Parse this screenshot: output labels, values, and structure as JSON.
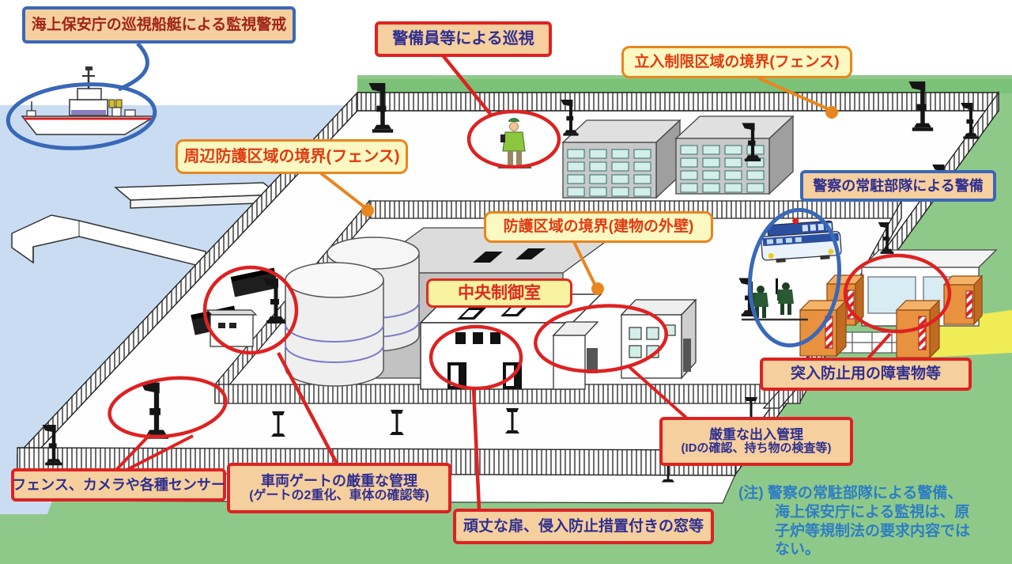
{
  "labels": {
    "coast_guard": "海上保安庁の巡視船艇による監視警戒",
    "guard_patrol": "警備員等による巡視",
    "restricted_area_boundary": "立入制限区域の境界(フェンス)",
    "peripheral_area_boundary": "周辺防護区域の境界(フェンス)",
    "protected_area_boundary": "防護区域の境界(建物の外壁)",
    "central_control_room": "中央制御室",
    "police_unit": "警察の常駐部隊による警備",
    "anti_ramming_barriers": "突入防止用の障害物等",
    "access_control": {
      "line1": "厳重な出入管理",
      "line2": "(IDの確認、持ち物の検査等)"
    },
    "fence_cameras_sensors": "フェンス、カメラや各種センサー",
    "vehicle_gate": {
      "line1": "車両ゲートの厳重な管理",
      "line2": "(ゲートの2重化、車体の確認等)"
    },
    "sturdy_doors_windows": "頑丈な扉、侵入防止措置付きの窓等"
  },
  "note": {
    "lines": [
      "(注) 警察の常駐部隊による警備、",
      "海上保安庁による監視は、原",
      "子炉等規制法の要求内容では",
      "ない。"
    ]
  },
  "colors": {
    "land_green": "#8FC98A",
    "water_blue": "#C9DCF2",
    "label_peach": "#F6CF9E",
    "label_yellow": "#FBF8C2",
    "red_accent": "#DD2222",
    "orange_accent": "#E8861E",
    "blue_accent": "#3A68B8",
    "navy_text": "#2F2F8F",
    "dark_red_text": "#A02318",
    "note_blue": "#2E7EC3"
  }
}
